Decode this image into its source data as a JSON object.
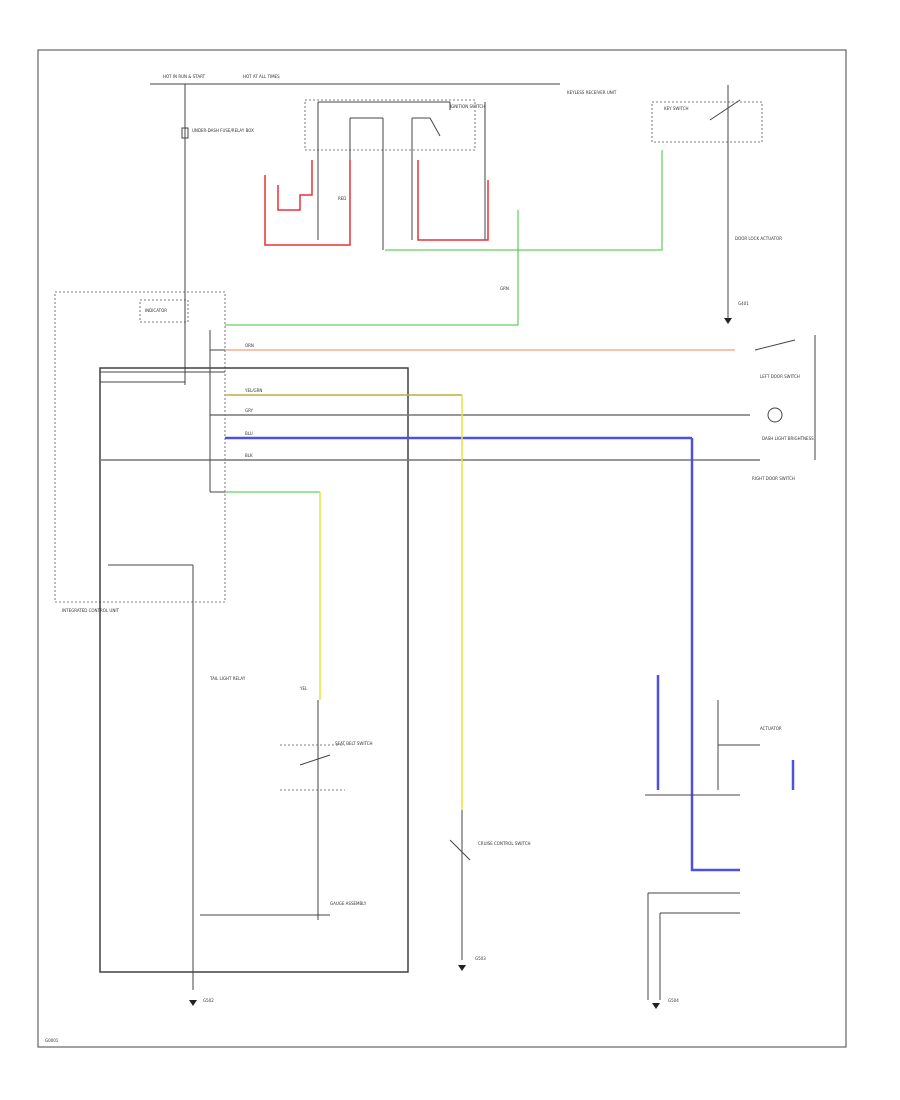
{
  "labels": {
    "fig_number": "G0001",
    "hot_run_start": "HOT IN RUN & START",
    "hot_at_all_times": "HOT AT ALL TIMES",
    "fuse_block": "UNDER-DASH FUSE/RELAY BOX",
    "ignition_switch": "IGNITION SWITCH",
    "keyless_receiver": "KEYLESS RECEIVER UNIT",
    "key_switch": "KEY SWITCH",
    "indicator": "INDICATOR",
    "door_lock_actuator": "DOOR LOCK ACTUATOR",
    "seat_belt_switch": "SEAT BELT SWITCH",
    "gauge_assembly": "GAUGE ASSEMBLY",
    "cruise_control": "CRUISE CONTROL SWITCH",
    "dash_light_brightness": "DASH LIGHT BRIGHTNESS",
    "control_unit": "INTEGRATED CONTROL UNIT",
    "ground_1": "G401",
    "ground_2": "G502",
    "ground_3": "G503",
    "ground_4": "G504",
    "left_door_switch": "LEFT DOOR SWITCH",
    "right_door_switch": "RIGHT DOOR SWITCH",
    "tail_light": "TAIL LIGHT RELAY",
    "wire_blk": "BLK",
    "wire_red": "RED",
    "wire_grn": "GRN",
    "wire_yel": "YEL",
    "wire_blu": "BLU"
  }
}
